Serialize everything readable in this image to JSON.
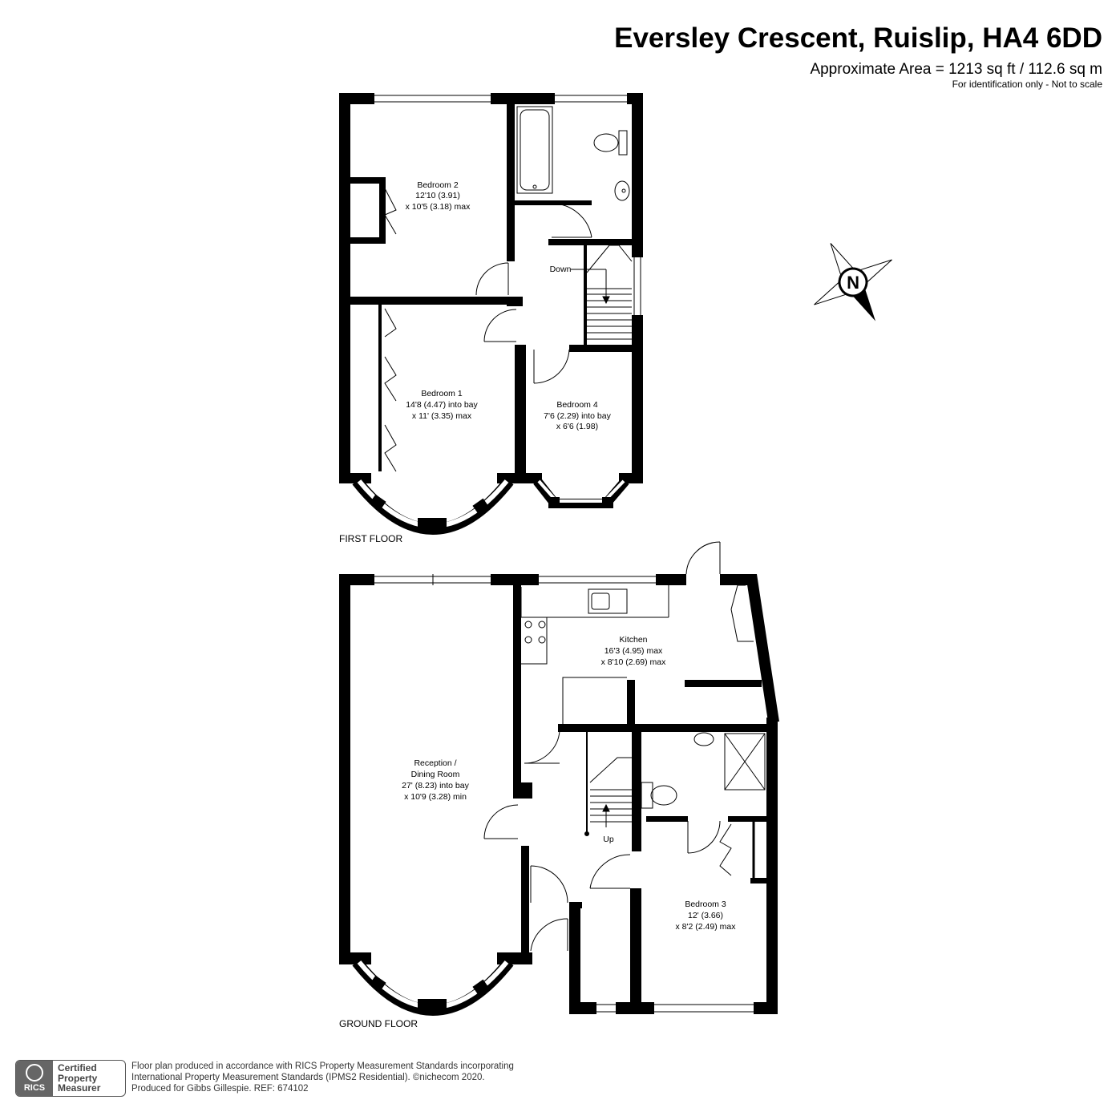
{
  "header": {
    "title": "Eversley Crescent, Ruislip, HA4 6DD",
    "area": "Approximate Area = 1213 sq ft / 112.6 sq m",
    "note": "For identification only - Not to scale"
  },
  "floors": {
    "first": "FIRST FLOOR",
    "ground": "GROUND FLOOR"
  },
  "rooms": {
    "bedroom2": {
      "name": "Bedroom 2",
      "dim1": "12'10 (3.91)",
      "dim2": "x 10'5 (3.18) max"
    },
    "bedroom1": {
      "name": "Bedroom 1",
      "dim1": "14'8 (4.47) into bay",
      "dim2": "x 11' (3.35) max"
    },
    "bedroom4": {
      "name": "Bedroom 4",
      "dim1": "7'6 (2.29) into bay",
      "dim2": "x 6'6 (1.98)"
    },
    "kitchen": {
      "name": "Kitchen",
      "dim1": "16'3 (4.95) max",
      "dim2": "x 8'10 (2.69) max"
    },
    "reception": {
      "name": "Reception /",
      "name2": "Dining Room",
      "dim1": "27' (8.23) into bay",
      "dim2": "x 10'9 (3.28) min"
    },
    "bedroom3": {
      "name": "Bedroom 3",
      "dim1": "12' (3.66)",
      "dim2": "x 8'2 (2.49) max"
    }
  },
  "stairs": {
    "down": "Down",
    "up": "Up"
  },
  "compass": {
    "letter": "N"
  },
  "badge": {
    "org": "RICS",
    "line1": "Certified",
    "line2": "Property",
    "line3": "Measurer"
  },
  "footer": {
    "line1": "Floor plan produced in accordance with RICS Property Measurement Standards incorporating",
    "line2": "International Property Measurement Standards (IPMS2 Residential).   ©nichecom 2020.",
    "line3": "Produced for Gibbs Gillespie.   REF:  674102"
  }
}
